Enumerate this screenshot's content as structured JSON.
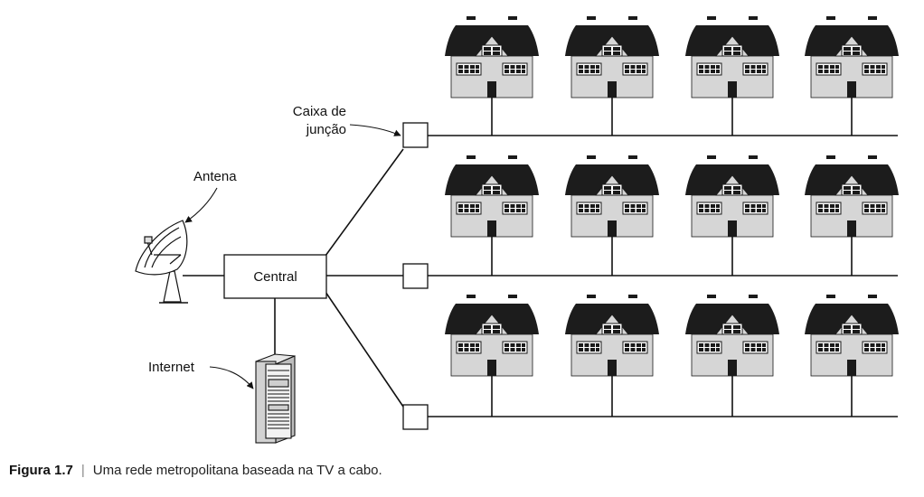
{
  "labels": {
    "junction_box_line1": "Caixa de",
    "junction_box_line2": "junção",
    "antenna": "Antena",
    "central": "Central",
    "internet": "Internet"
  },
  "caption": {
    "figure_number": "Figura 1.7",
    "separator": "|",
    "text": "Uma rede metropolitana baseada na TV a cabo."
  },
  "houses_per_row": 4,
  "row_count": 3
}
